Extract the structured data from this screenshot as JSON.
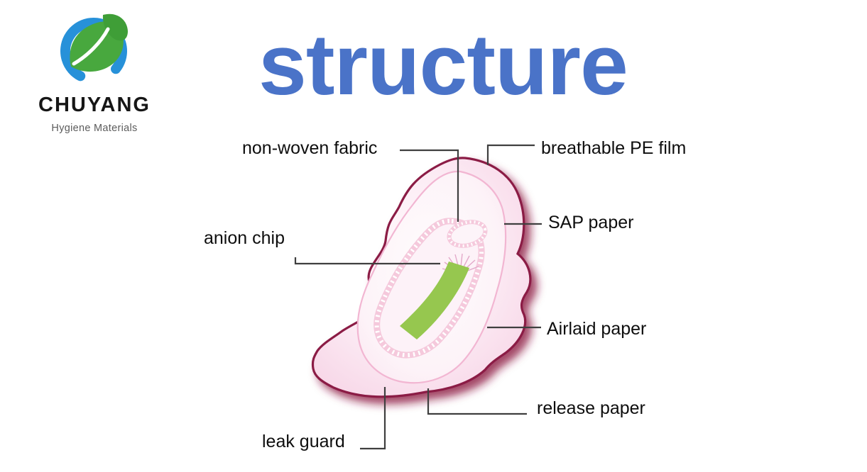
{
  "logo": {
    "company": "CHUYANG",
    "tagline": "Hygiene Materials"
  },
  "title": "structure",
  "diagram": {
    "subject": "sanitary pad layered structure",
    "labels": [
      {
        "id": "non-woven-fabric",
        "text": "non-woven fabric"
      },
      {
        "id": "breathable-pe-film",
        "text": "breathable PE film"
      },
      {
        "id": "sap-paper",
        "text": "SAP paper"
      },
      {
        "id": "anion-chip",
        "text": "anion chip"
      },
      {
        "id": "airlaid-paper",
        "text": "Airlaid paper"
      },
      {
        "id": "release-paper",
        "text": "release paper"
      },
      {
        "id": "leak-guard",
        "text": "leak guard"
      }
    ]
  },
  "colors": {
    "title_blue": "#4a73c8",
    "outline_maroon": "#8b1a45",
    "pad_pink_light": "#fbe7f1",
    "chip_green": "#96c74f",
    "leader_gray": "#3f3f3f",
    "logo_blue": "#2791d9",
    "logo_green": "#48a83e",
    "text_black": "#0e0e0e"
  }
}
